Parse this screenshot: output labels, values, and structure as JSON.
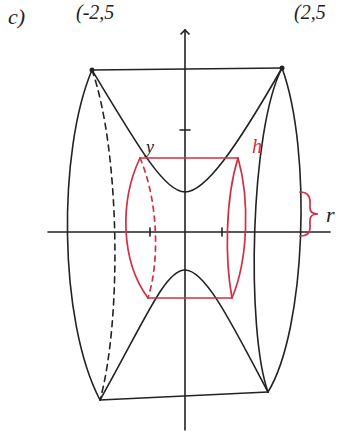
{
  "diagram": {
    "labels": [
      "c)",
      "(-2,5",
      "(2,5",
      "y",
      "h",
      "r"
    ]
  }
}
